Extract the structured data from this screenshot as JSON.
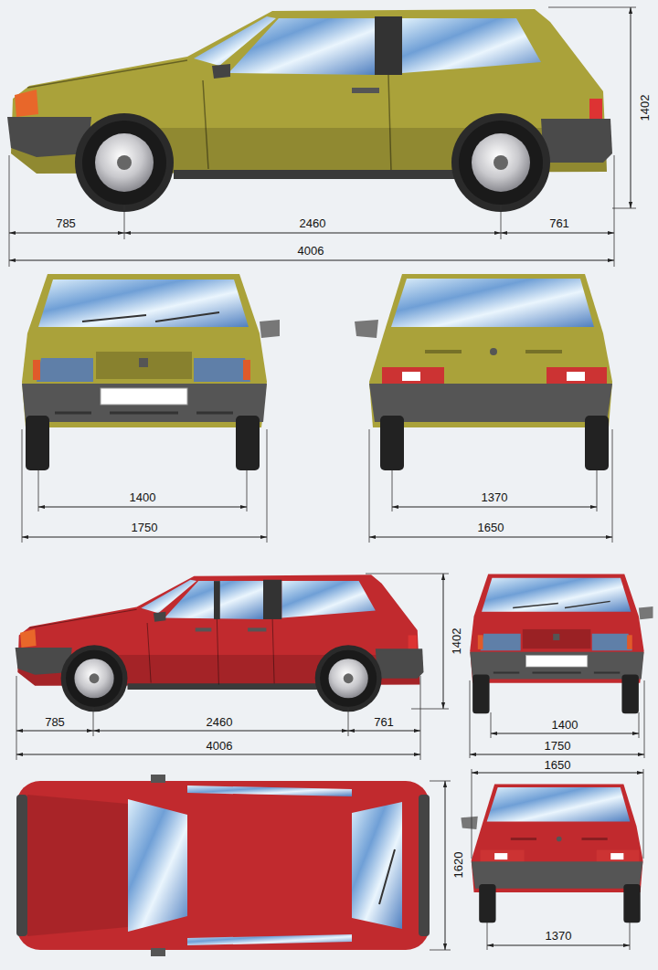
{
  "diagram": {
    "labels": [
      "1402",
      "785",
      "2460",
      "761",
      "4006",
      "1400",
      "1750",
      "1370",
      "1650",
      "1402",
      "785",
      "2460",
      "761",
      "4006",
      "1400",
      "1750",
      "1650",
      "1620",
      "1370"
    ]
  }
}
